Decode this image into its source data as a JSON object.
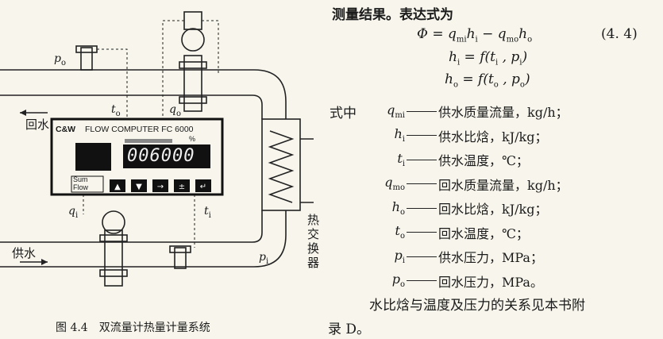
{
  "diagram": {
    "labels": {
      "po": "p",
      "po_sub": "o",
      "to": "t",
      "to_sub": "o",
      "qo": "q",
      "qo_sub": "o",
      "qi": "q",
      "qi_sub": "i",
      "ti": "t",
      "ti_sub": "i",
      "pi": "p",
      "pi_sub": "i"
    },
    "return_water": "回水",
    "supply_water": "供水",
    "heat_exchanger": "热交换器",
    "flow_computer": {
      "brand": "C&W",
      "title": "FLOW COMPUTER FC 6000",
      "reading": "006000",
      "percent": "%",
      "sum": "Sum",
      "flow": "Flow"
    },
    "caption": "图 4.4　双流量计热量计量系统"
  },
  "text": {
    "intro": "测量结果。表达式为",
    "eq1": "Φ = q_mi h_i − q_mo h_o",
    "eq_number": "(4. 4)",
    "eq2": "h_i = f(t_i , p_i)",
    "eq3": "h_o = f(t_o , p_o)",
    "where": "式中",
    "defs": [
      {
        "sym": "q",
        "sub": "mi",
        "desc": "供水质量流量，kg/h；"
      },
      {
        "sym": "h",
        "sub": "i",
        "desc": "供水比焓，kJ/kg；"
      },
      {
        "sym": "t",
        "sub": "i",
        "desc": "供水温度，℃；"
      },
      {
        "sym": "q",
        "sub": "mo",
        "desc": "回水质量流量，kg/h；"
      },
      {
        "sym": "h",
        "sub": "o",
        "desc": "回水比焓，kJ/kg；"
      },
      {
        "sym": "t",
        "sub": "o",
        "desc": "回水温度，℃；"
      },
      {
        "sym": "p",
        "sub": "i",
        "desc": "供水压力，MPa；"
      },
      {
        "sym": "p",
        "sub": "o",
        "desc": "回水压力，MPa。"
      }
    ],
    "tail1": "水比焓与温度及压力的关系见本书附",
    "tail2": "录 D。"
  }
}
